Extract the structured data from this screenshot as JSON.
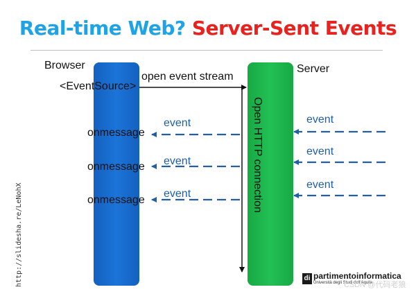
{
  "title": {
    "part1": "Real-time Web?",
    "part2": "Server-Sent Events"
  },
  "browser": {
    "label": "Browser",
    "api": "<EventSource>",
    "handlers": [
      "onmessage",
      "onmessage",
      "onmessage"
    ]
  },
  "server": {
    "label": "Server",
    "connection_label": "Open HTTP connection"
  },
  "request": {
    "label": "open event stream"
  },
  "events": {
    "server_side": [
      "event",
      "event",
      "event"
    ],
    "browser_side": [
      "event",
      "event",
      "event"
    ]
  },
  "credit": {
    "url": "http://slidesha.re/LeNohX"
  },
  "logo": {
    "mark": "di",
    "main": "partimentoinformatica",
    "sub": "Università degli Studi dell'Aquila"
  },
  "watermark": "CSDN @代码老狼",
  "colors": {
    "title_blue": "#1ea3e6",
    "title_red": "#e8231f",
    "browser_bar": "#1b6fd1",
    "server_bar": "#1fba4c",
    "event_arrow": "#1f5fa8"
  }
}
